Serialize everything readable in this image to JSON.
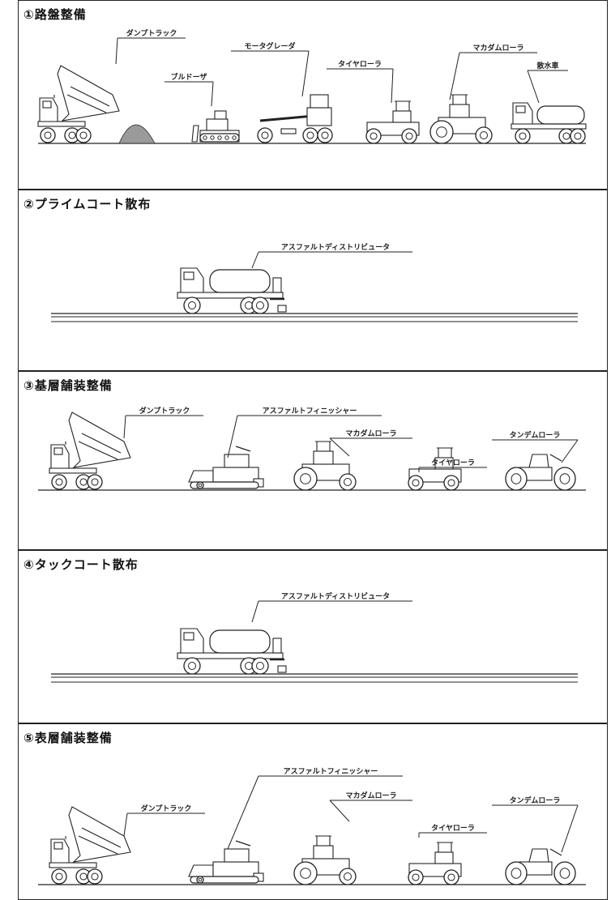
{
  "panels": [
    {
      "title": "①路盤整備",
      "machines": [
        "ダンプトラック",
        "ブルドーザ",
        "モータグレーダ",
        "タイヤローラ",
        "マカダムローラ",
        "散水車"
      ]
    },
    {
      "title": "②プライムコート散布",
      "machines": [
        "アスファルトディストリビュータ"
      ]
    },
    {
      "title": "③基層舗装整備",
      "machines": [
        "ダンプトラック",
        "アスファルトフィニッシャー",
        "マカダムローラ",
        "タイヤローラ",
        "タンデムローラ"
      ]
    },
    {
      "title": "④タックコート散布",
      "machines": [
        "アスファルトディストリビュータ"
      ]
    },
    {
      "title": "⑤表層舗装整備",
      "machines": [
        "ダンプトラック",
        "アスファルトフィニッシャー",
        "マカダムローラ",
        "タイヤローラ",
        "タンデムローラ"
      ]
    }
  ],
  "colors": {
    "line": "#222222",
    "soil": "#9a9a9a",
    "background": "#ffffff"
  }
}
